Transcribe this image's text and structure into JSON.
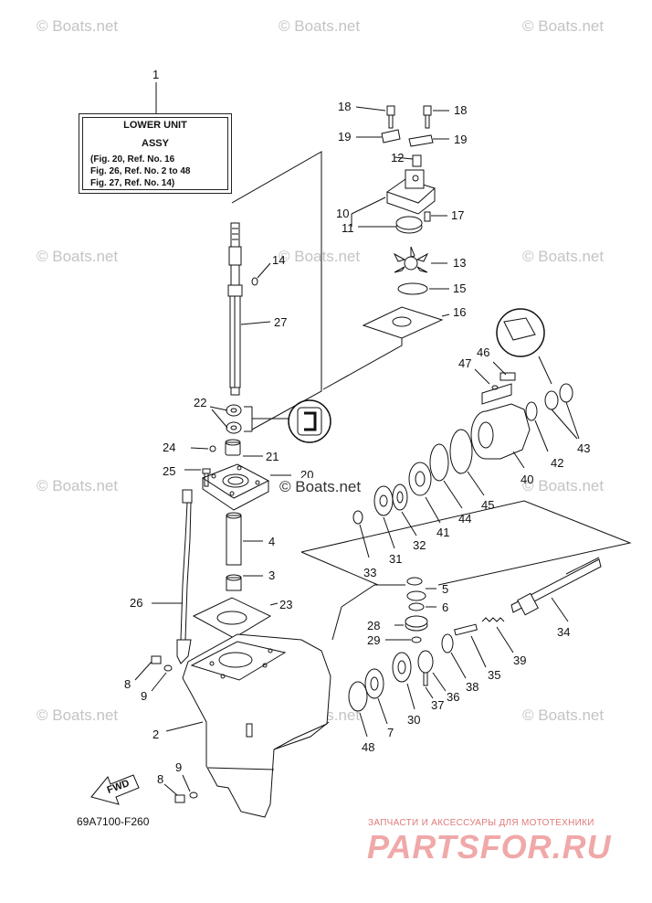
{
  "watermark": "© Boats.net",
  "title_box": {
    "line1": "LOWER UNIT",
    "line2": "ASSY",
    "refs": [
      "(Fig. 20, Ref. No. 16",
      "Fig. 26, Ref. No. 2 to 48",
      "Fig. 27, Ref. No. 14)"
    ]
  },
  "callouts": {
    "c1": "1",
    "c2": "2",
    "c3": "3",
    "c4": "4",
    "c5": "5",
    "c6": "6",
    "c7": "7",
    "c8a": "8",
    "c8b": "8",
    "c9a": "9",
    "c9b": "9",
    "c10": "10",
    "c11": "11",
    "c12": "12",
    "c13": "13",
    "c14": "14",
    "c15": "15",
    "c16": "16",
    "c17": "17",
    "c18a": "18",
    "c18b": "18",
    "c19a": "19",
    "c19b": "19",
    "c20": "20",
    "c21": "21",
    "c22": "22",
    "c23": "23",
    "c24": "24",
    "c25": "25",
    "c26": "26",
    "c27": "27",
    "c28": "28",
    "c29": "29",
    "c30": "30",
    "c31": "31",
    "c32": "32",
    "c33": "33",
    "c34": "34",
    "c35": "35",
    "c36": "36",
    "c37": "37",
    "c38": "38",
    "c39": "39",
    "c40": "40",
    "c41": "41",
    "c42": "42",
    "c43": "43",
    "c44": "44",
    "c45": "45",
    "c46": "46",
    "c47": "47",
    "c48": "48"
  },
  "fwd_label": "FWD",
  "figure_code": "69A7100-F260",
  "brand": {
    "tagline": "ЗАПЧАСТИ И АКСЕССУАРЫ ДЛЯ МОТОТЕХНИКИ",
    "name": "PARTSFOR.RU"
  },
  "colors": {
    "line": "#111111",
    "watermark": "#c4c4c4",
    "brand": "#f0a8a8"
  }
}
